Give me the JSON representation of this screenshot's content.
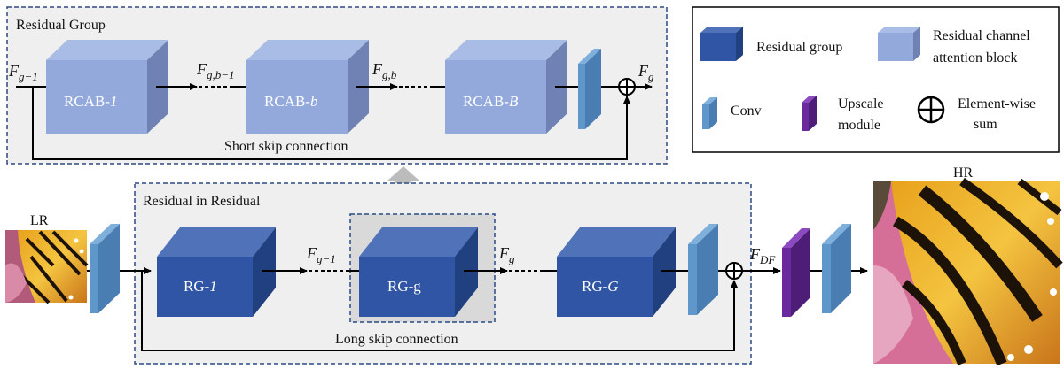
{
  "residual_group": {
    "title": "Residual Group",
    "input_label": "F",
    "input_sub": "g−1",
    "blocks": [
      {
        "prefix": "RCAB-",
        "index": "1"
      },
      {
        "prefix": "RCAB-",
        "index": "b"
      },
      {
        "prefix": "RCAB-",
        "index": "B"
      }
    ],
    "between_1_main": "F",
    "between_1_sub": "g,b−1",
    "between_2_main": "F",
    "between_2_sub": "g,b",
    "output_main": "F",
    "output_sub": "g",
    "skip_label": "Short skip connection"
  },
  "legend": {
    "items": [
      {
        "label": "Residual group"
      },
      {
        "label_line1": "Residual channel",
        "label_line2": "attention block"
      },
      {
        "label": "Conv"
      },
      {
        "label_line1": "Upscale",
        "label_line2": "module"
      },
      {
        "label_line1": "Element-wise",
        "label_line2": "sum"
      }
    ]
  },
  "rir": {
    "title": "Residual in Residual",
    "blocks": [
      {
        "prefix": "RG-",
        "index": "1"
      },
      {
        "prefix": "RG-",
        "index": "g"
      },
      {
        "prefix": "RG-",
        "index": "G"
      }
    ],
    "between_1_main": "F",
    "between_1_sub": "g−1",
    "between_2_main": "F",
    "between_2_sub": "g",
    "skip_label": "Long skip connection",
    "fdf_main": "F",
    "fdf_sub": "DF"
  },
  "images": {
    "lr_label": "LR",
    "hr_label": "HR"
  },
  "colors": {
    "rg_front": "#2f55a4",
    "rg_top": "#4f72b8",
    "rg_side": "#21407f",
    "rcab_front": "#93a9dc",
    "rcab_top": "#a9bce6",
    "rcab_side": "#6f82b3",
    "conv": "#5f97cb",
    "upscale": "#6a2a9e",
    "panel_fill": "#efefef",
    "dash_border": "#2b4a86",
    "arrow_up": "#bcbcbc"
  }
}
